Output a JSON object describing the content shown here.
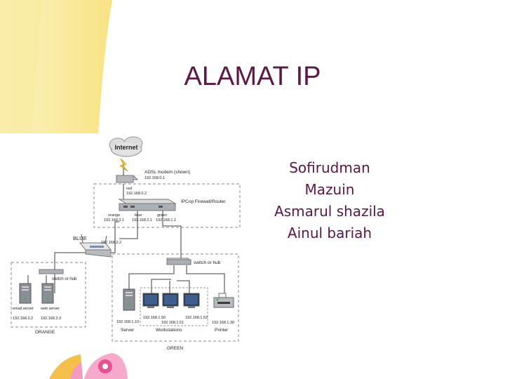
{
  "slide": {
    "title": "ALAMAT IP",
    "authors": [
      "Sofirudman",
      "Mazuin",
      "Asmarul shazila",
      "Ainul bariah"
    ]
  },
  "diagram": {
    "internet_label": "Internet",
    "modem": {
      "label": "ADSL modem (shown)",
      "ip": "192.168.0.1"
    },
    "red": {
      "label": "red",
      "ip": "192.168.0.2"
    },
    "firewall_label": "IPCop Firewall/Router",
    "orange_if": {
      "label": "orange",
      "ip": "192.168.3.1"
    },
    "blue_if": {
      "label": "blue",
      "ip": "192.168.2.1"
    },
    "green_if": {
      "label": "green",
      "ip": "192.168.1.1"
    },
    "blue_zone": {
      "label": "BLUE",
      "ip": "192.168.2.2"
    },
    "orange_switch_label": "switch or hub",
    "green_switch_label": "switch or hub",
    "email_server": {
      "name1": "email server",
      "ip": "192.168.3.2"
    },
    "web_server": {
      "name1": "web server",
      "ip": "192.168.3.3"
    },
    "orange_zone_label": "ORANGE",
    "server": {
      "ip": "192.168.1.10",
      "label": "Server"
    },
    "ws1_ip": "192.168.1.50",
    "ws2_ip": "192.168.1.51",
    "ws3_ip": "192.168.1.52",
    "workstations_label": "Workstations",
    "printer": {
      "ip": "192.168.1.30",
      "label": "Printer"
    },
    "green_zone_label": "GREEN"
  },
  "colors": {
    "title": "#5c1744",
    "names": "#5b1548",
    "accent_yellow": "#f8e27a",
    "accent_pink": "#e94f93",
    "accent_orange": "#f5a623"
  }
}
